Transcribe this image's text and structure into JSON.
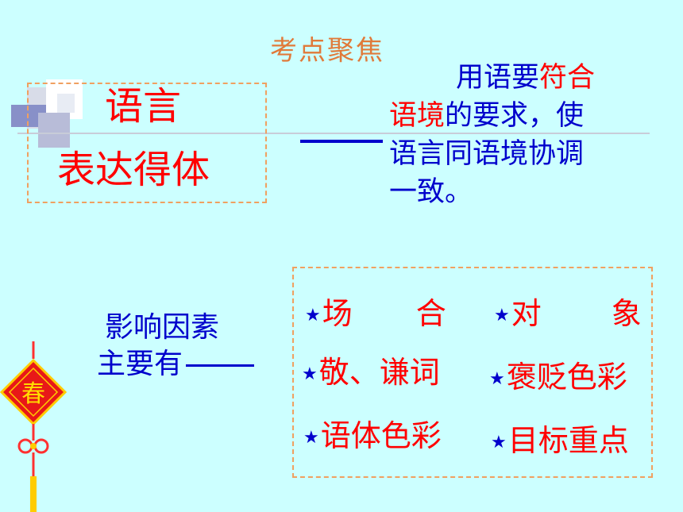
{
  "title": "考点聚焦",
  "term": {
    "line1": "语言",
    "line2": "表达得体"
  },
  "definition": {
    "l1_prefix": "用语要",
    "l1_red": "符合",
    "l2_red": "语境",
    "l2_rest": "的要求，使",
    "l3": "语言同语境协调",
    "l4": "一致。"
  },
  "factors": {
    "line1": "影响因素",
    "line2": "主要有"
  },
  "items": {
    "i1a": "场",
    "i1b": "合",
    "i2a": "对",
    "i2b": "象",
    "i3": "敬、谦词",
    "i4": "褒贬色彩",
    "i5": "语体色彩",
    "i6": "目标重点"
  },
  "decor": {
    "knot_char": "春"
  },
  "colors": {
    "background": "#ccffff",
    "accent_red": "#ff0000",
    "text_blue": "#0000cc",
    "title_orange": "#e07a3a"
  },
  "icons": {
    "bullet": "star-icon"
  }
}
